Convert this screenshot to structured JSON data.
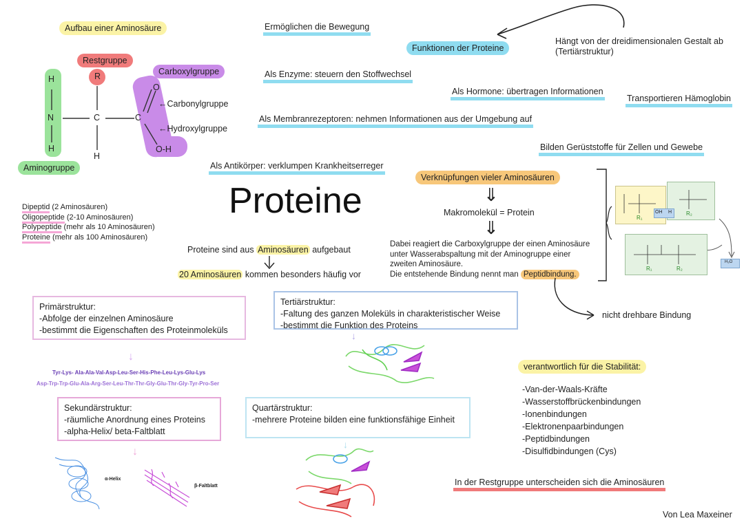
{
  "amino": {
    "title": "Aufbau einer Aminosäure",
    "restgruppe": "Restgruppe",
    "carboxylgruppe": "Carboxylgruppe",
    "carbonylgruppe": "←Carbonylgruppe",
    "hydroxylgruppe": "←Hydroxylgruppe",
    "aminogruppe": "Aminogruppe",
    "atoms": {
      "h_top": "H",
      "n": "N",
      "h_bottom": "H",
      "c": "C",
      "r": "R",
      "h_c": "H",
      "c2": "C",
      "o_top": "O",
      "o_h": "O-H"
    }
  },
  "peptides": [
    {
      "term": "Dipeptid",
      "desc": " (2 Aminosäuren)"
    },
    {
      "term": "Oligopeptide",
      "desc": " (2-10 Aminosäuren)"
    },
    {
      "term": "Polypeptide",
      "desc": " (mehr als 10 Aminosäuren)"
    },
    {
      "term": "Proteine",
      "desc": " (mehr als 100 Aminosäuren)"
    }
  ],
  "main_title": "Proteine",
  "funktionen": {
    "title": "Funktionen der Proteine",
    "items": [
      "Ermöglichen die Bewegung",
      "Als Enzyme: steuern den Stoffwechsel",
      "Als Hormone: übertragen Informationen",
      "Transportieren Hämoglobin",
      "Als Membranrezeptoren: nehmen Informationen aus der Umgebung auf",
      "Bilden Gerüststoffe für Zellen und Gewebe",
      "Als Antikörper: verklumpen Krankheitserreger"
    ],
    "note_line1": "Hängt von der dreidimensionalen Gestalt ab",
    "note_line2": "(Tertiärstruktur)"
  },
  "aufbau": {
    "line1_pre": "Proteine sind aus ",
    "line1_hl": "Aminosäuren",
    "line1_post": " aufgebaut",
    "line2_hl": "20 Aminosäuren",
    "line2_post": " kommen besonders häufig vor"
  },
  "peptidbindung": {
    "title": "Verknüpfungen vieler Aminosäuren",
    "makro": "Makromolekül = Protein",
    "text1": "Dabei reagiert die Carboxylgruppe der einen Aminosäure",
    "text2": "unter Wasserabspaltung mit der Aminogruppe einer",
    "text3": "zweiten Aminosäure.",
    "text4_pre": "Die entstehende Bindung nennt man ",
    "text4_hl": "Peptidbindung.",
    "nicht_drehbar": "nicht drehbare Bindung",
    "diagram": {
      "r1": "R₁",
      "r2": "R₂",
      "oh": "OH",
      "h": "H",
      "h2o": "H₂O"
    }
  },
  "primaer": {
    "title": "Primärstruktur:",
    "l1": "-Abfolge der einzelnen Aminosäure",
    "l2": "-bestimmt die Eigenschaften des Proteinmoleküls",
    "seq1": "Tyr-Lys- Ala-Ala-Val-Asp-Leu-Ser-His-Phe-Leu-Lys-Glu-Lys",
    "seq2": "Asp-Trp-Trp-Glu-Ala-Arg-Ser-Leu-Thr-Thr-Gly-Glu-Thr-Gly-Tyr-Pro-Ser"
  },
  "sekundaer": {
    "title": "Sekundärstruktur:",
    "l1": "-räumliche Anordnung eines Proteins",
    "l2": "-alpha-Helix/ beta-Faltblatt",
    "helix": "α-Helix",
    "faltblatt": "β-Faltblatt"
  },
  "tertiaer": {
    "title": "Tertiärstruktur:",
    "l1": "-Faltung des ganzen Moleküls in charakteristischer Weise",
    "l2": "-bestimmt die Funktion des Proteins"
  },
  "quartaer": {
    "title": "Quartärstruktur:",
    "l1": "-mehrere Proteine bilden eine funktionsfähige Einheit"
  },
  "stabilitaet": {
    "title": "verantwortlich für die Stabilität:",
    "items": [
      "-Van-der-Waals-Kräfte",
      "-Wasserstoffbrückenbindungen",
      "-Ionenbindungen",
      "-Elektronenpaarbindungen",
      "-Peptidbindungen",
      "-Disulfidbindungen (Cys)"
    ]
  },
  "restgruppe_note": "In der Restgruppe unterscheiden sich die Aminosäuren",
  "author": "Von Lea Maxeiner",
  "colors": {
    "yellow": "#fbf3a6",
    "cyan": "#8fdcf0",
    "red": "#f07b7b",
    "purple": "#c98be8",
    "green": "#9be39b",
    "orange": "#f7c77a",
    "pink": "#f5a6d6"
  }
}
